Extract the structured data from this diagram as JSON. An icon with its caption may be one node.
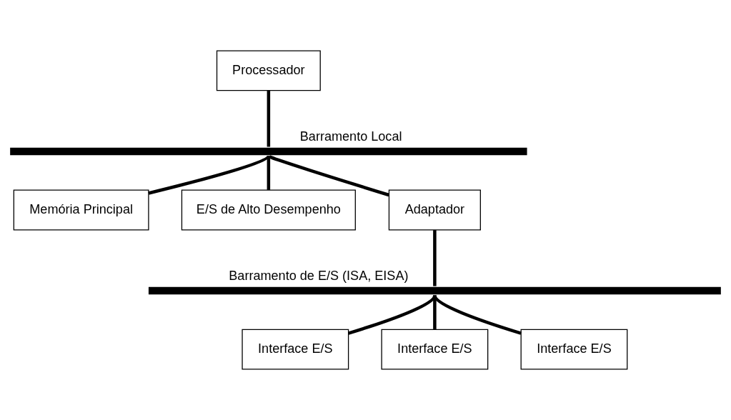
{
  "diagram": {
    "nodes": [
      {
        "text": [
          "Processador"
        ]
      },
      {
        "text": [
          "Barramento Local"
        ]
      },
      {
        "text": [
          "Memória Principal"
        ]
      },
      {
        "text": [
          "E/S de Alto Desempenho"
        ]
      },
      {
        "text": [
          "Adaptador"
        ]
      },
      {
        "text": [
          "Barramento de E/S (ISA, EISA)"
        ]
      },
      {
        "text": [
          "Interface E/S"
        ]
      },
      {
        "text": [
          "Interface E/S"
        ]
      },
      {
        "text": [
          "Interface E/S"
        ]
      }
    ],
    "edges": [
      {
        "from": 0,
        "to": 1,
        "arrow": "none"
      },
      {
        "from": 1,
        "to": 2,
        "arrow": "none"
      },
      {
        "from": 1,
        "to": 3,
        "arrow": "none"
      },
      {
        "from": 1,
        "to": 4,
        "arrow": "none"
      },
      {
        "from": 4,
        "to": 5,
        "arrow": "none"
      },
      {
        "from": 5,
        "to": 6,
        "arrow": "none"
      },
      {
        "from": 5,
        "to": 7,
        "arrow": "none"
      },
      {
        "from": 5,
        "to": 8,
        "arrow": "none"
      }
    ]
  }
}
